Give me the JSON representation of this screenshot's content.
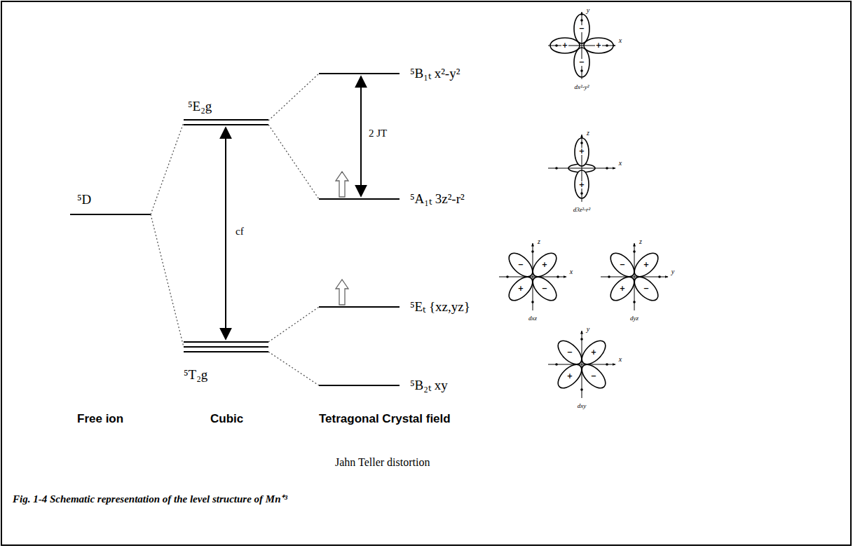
{
  "diagram": {
    "caption": "Fig. 1-4 Schematic representation of the level structure of Mn⁺³",
    "labels": [
      "⁵D",
      "⁵E₂g",
      "⁵T₂g",
      "cf",
      "2 JT",
      "⁵B₁ₜ x²-y²",
      "⁵A₁ₜ 3z²-r²",
      "⁵Eₜ {xz,yz}",
      "⁵B₂ₜ xy",
      "Free ion",
      "Cubic",
      "Tetragonal Crystal field",
      "Jahn Teller distortion",
      "y",
      "x",
      "+",
      "+",
      "−",
      "−",
      "dx²-y²",
      "z",
      "x",
      "+",
      "+",
      "d3z²-r²",
      "z",
      "x",
      "−",
      "+",
      "+",
      "−",
      "dxz",
      "z",
      "y",
      "−",
      "+",
      "+",
      "−",
      "dyz",
      "y",
      "x",
      "−",
      "+",
      "+",
      "−",
      "dxy"
    ]
  }
}
